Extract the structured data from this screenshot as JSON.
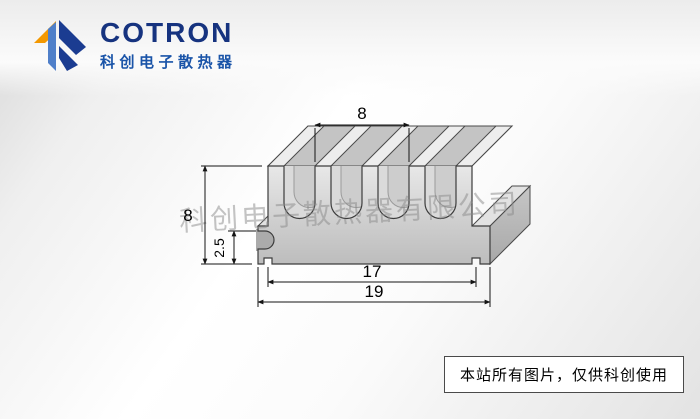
{
  "header": {
    "brand_name": "COTRON",
    "brand_cn": "科创电子散热器"
  },
  "drawing": {
    "type": "heatsink-extrusion-profile",
    "watermark": "科创电子散热器有限公司",
    "dims": {
      "top_pitch": "8",
      "height": "8",
      "notch": "2.5",
      "inner_width": "17",
      "overall_width": "19"
    }
  },
  "footer": {
    "notice": "本站所有图片，仅供科创使用"
  },
  "colors": {
    "brand_blue": "#1b3c91",
    "brand_blue_light": "#4f7fc9",
    "brand_orange": "#f39800",
    "dim_line": "#141414",
    "metal_light": "#ececec",
    "metal_mid": "#c9c9c9",
    "metal_dark": "#b2b2b2"
  }
}
